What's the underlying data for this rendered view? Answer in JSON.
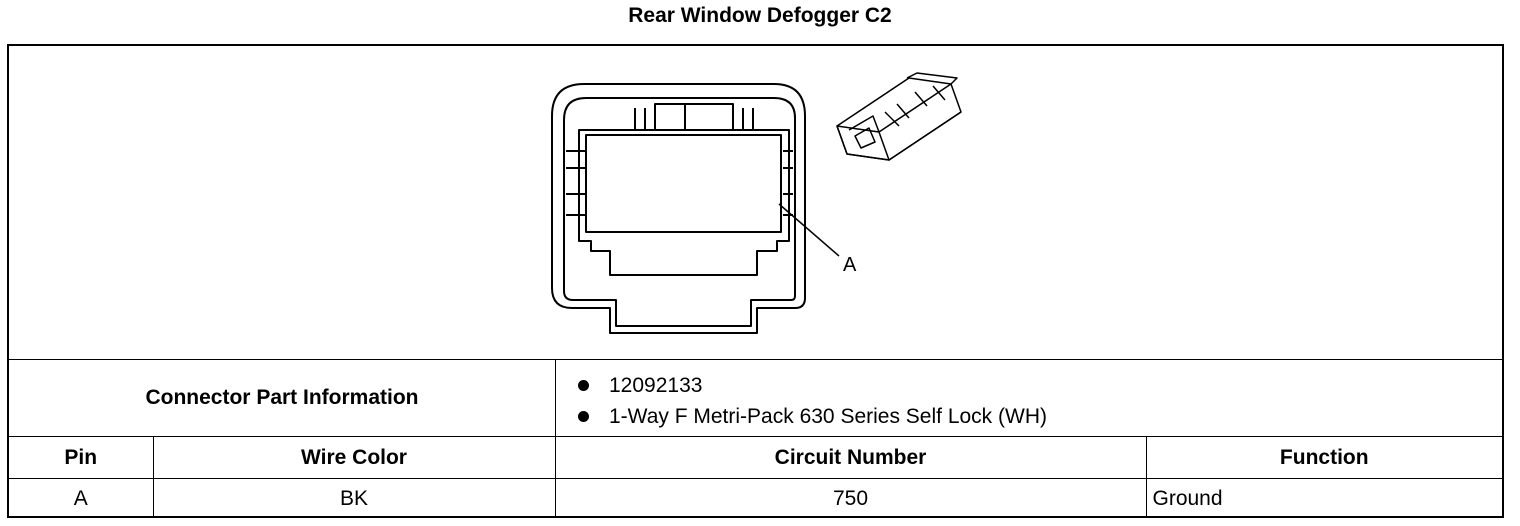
{
  "title": "Rear Window Defogger C2",
  "diagram": {
    "callout_label": "A"
  },
  "part_info": {
    "label": "Connector Part Information",
    "items": [
      "12092133",
      "1-Way F Metri-Pack 630 Series Self Lock (WH)"
    ]
  },
  "pin_table": {
    "headers": {
      "pin": "Pin",
      "wire_color": "Wire Color",
      "circuit_number": "Circuit Number",
      "function": "Function"
    },
    "rows": [
      {
        "pin": "A",
        "wire_color": "BK",
        "circuit_number": "750",
        "function": "Ground"
      }
    ]
  }
}
